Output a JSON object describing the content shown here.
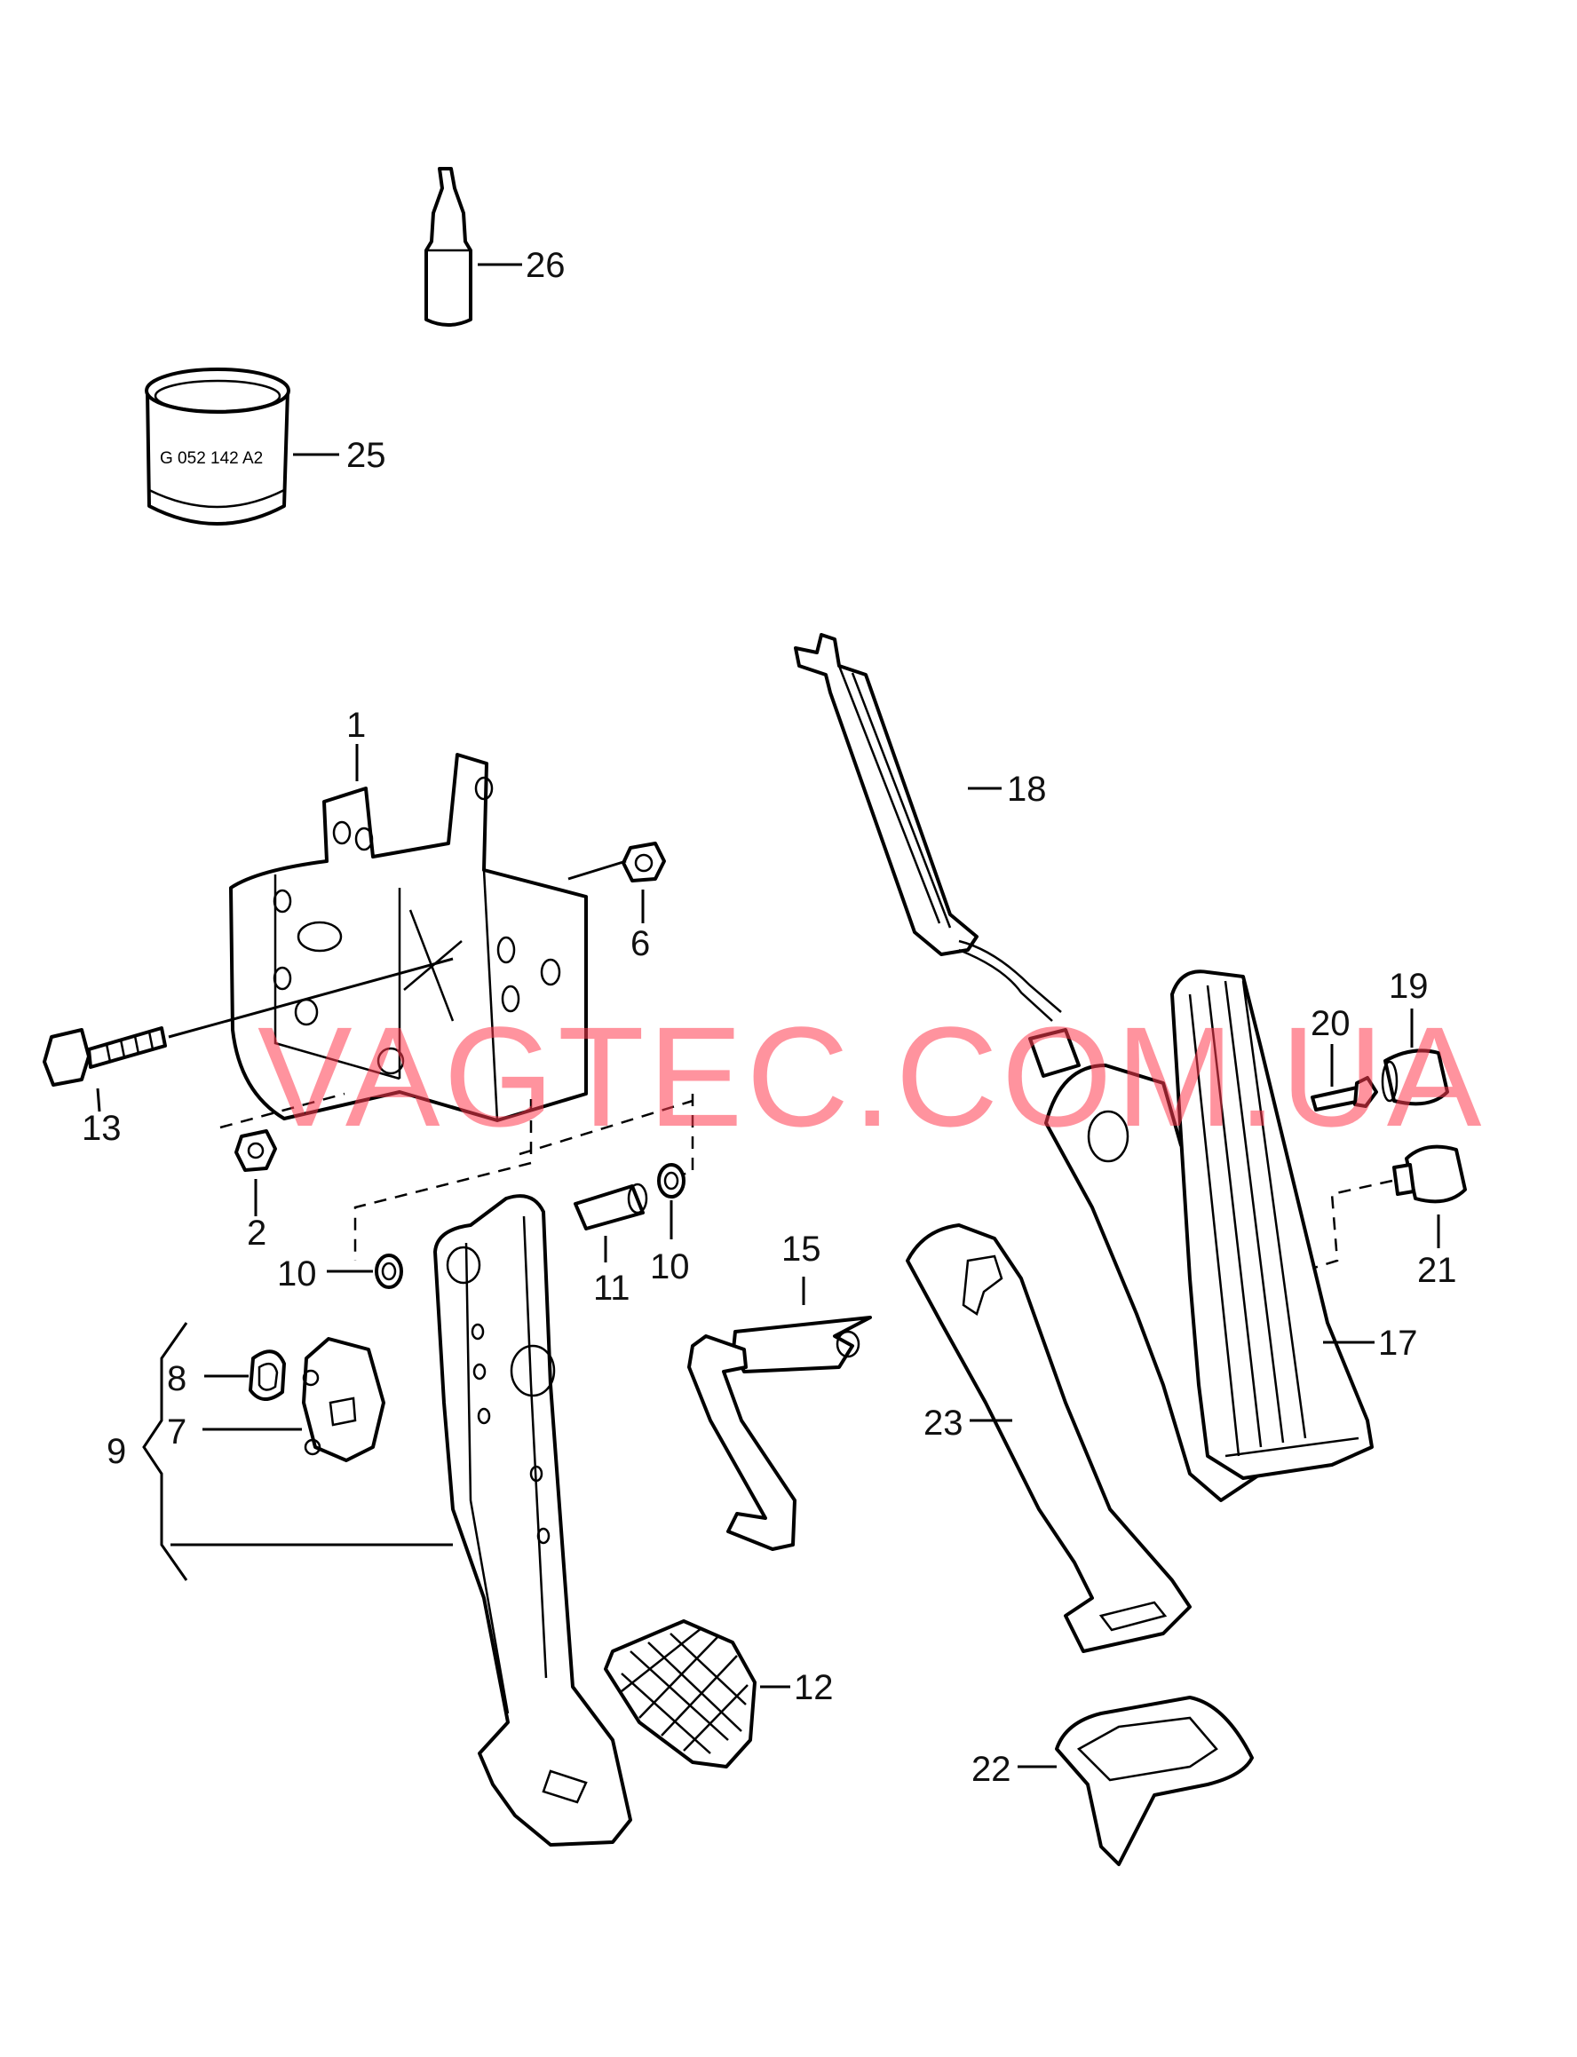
{
  "watermark": "VAGTEC.COM.UA",
  "can_text": "G 052 142 A2",
  "callouts": {
    "c1": "1",
    "c2": "2",
    "c6": "6",
    "c7": "7",
    "c8": "8",
    "c9": "9",
    "c10a": "10",
    "c10b": "10",
    "c11": "11",
    "c12": "12",
    "c13": "13",
    "c15": "15",
    "c17": "17",
    "c18": "18",
    "c19": "19",
    "c20": "20",
    "c21": "21",
    "c22": "22",
    "c23": "23",
    "c25": "25",
    "c26": "26"
  },
  "colors": {
    "line": "#000000",
    "watermark": "#ff3b4f"
  }
}
